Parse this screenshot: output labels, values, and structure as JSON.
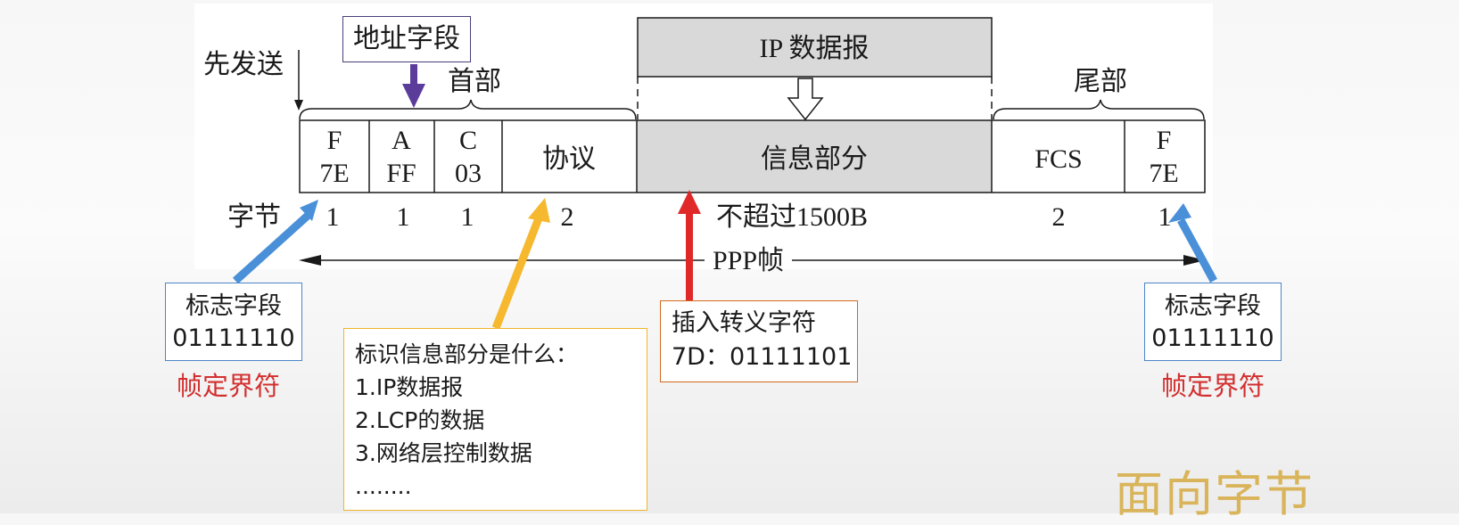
{
  "diagram": {
    "send_first_label": "先发送",
    "header_label": "首部",
    "trailer_label": "尾部",
    "ip_datagram_label": "IP 数据报",
    "bytes_label": "字节",
    "frame_label": "PPP帧",
    "fields": [
      {
        "name": "F",
        "value": "7E",
        "bytes": "1"
      },
      {
        "name": "A",
        "value": "FF",
        "bytes": "1"
      },
      {
        "name": "C",
        "value": "03",
        "bytes": "1"
      },
      {
        "name": "协议",
        "value": "",
        "bytes": "2"
      },
      {
        "name": "信息部分",
        "value": "",
        "bytes": "不超过1500B"
      },
      {
        "name": "FCS",
        "value": "",
        "bytes": "2"
      },
      {
        "name": "F",
        "value": "7E",
        "bytes": "1"
      }
    ]
  },
  "annotations": {
    "address_field": "地址字段",
    "flag_left": {
      "title": "标志字段",
      "value": "01111110",
      "caption": "帧定界符"
    },
    "flag_right": {
      "title": "标志字段",
      "value": "01111110",
      "caption": "帧定界符"
    },
    "protocol_box": {
      "title": "标识信息部分是什么：",
      "items": [
        "1.IP数据报",
        "2.LCP的数据",
        "3.网络层控制数据",
        "........"
      ]
    },
    "escape_box": {
      "title": "插入转义字符",
      "value": "7D：01111101"
    }
  },
  "watermark": "面向字节",
  "colors": {
    "purple_arrow": "#5b3c9b",
    "blue_arrow": "#4a90d9",
    "yellow_arrow": "#f5b82e",
    "red_arrow": "#e02828",
    "info_fill": "#d9d9d9",
    "caption_red": "#d32f2f",
    "watermark_gold": "#d9b45a"
  }
}
